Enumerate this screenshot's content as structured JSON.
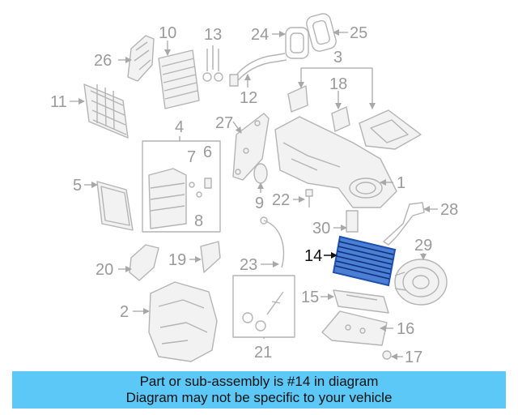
{
  "diagram": {
    "highlight_part": "14",
    "highlight_color": "#1f4fb0",
    "callouts": [
      {
        "id": "c1",
        "label": "1"
      },
      {
        "id": "c2",
        "label": "2"
      },
      {
        "id": "c3",
        "label": "3"
      },
      {
        "id": "c4",
        "label": "4"
      },
      {
        "id": "c5",
        "label": "5"
      },
      {
        "id": "c6",
        "label": "6"
      },
      {
        "id": "c7",
        "label": "7"
      },
      {
        "id": "c8",
        "label": "8"
      },
      {
        "id": "c9",
        "label": "9"
      },
      {
        "id": "c10",
        "label": "10"
      },
      {
        "id": "c11",
        "label": "11"
      },
      {
        "id": "c12",
        "label": "12"
      },
      {
        "id": "c13",
        "label": "13"
      },
      {
        "id": "c14",
        "label": "14"
      },
      {
        "id": "c15",
        "label": "15"
      },
      {
        "id": "c16",
        "label": "16"
      },
      {
        "id": "c17",
        "label": "17"
      },
      {
        "id": "c18",
        "label": "18"
      },
      {
        "id": "c19",
        "label": "19"
      },
      {
        "id": "c20",
        "label": "20"
      },
      {
        "id": "c21",
        "label": "21"
      },
      {
        "id": "c22",
        "label": "22"
      },
      {
        "id": "c23",
        "label": "23"
      },
      {
        "id": "c24",
        "label": "24"
      },
      {
        "id": "c25",
        "label": "25"
      },
      {
        "id": "c26",
        "label": "26"
      },
      {
        "id": "c27",
        "label": "27"
      },
      {
        "id": "c28",
        "label": "28"
      },
      {
        "id": "c29",
        "label": "29"
      },
      {
        "id": "c30",
        "label": "30"
      }
    ]
  },
  "banner": {
    "line1": "Part or sub-assembly is #14 in diagram",
    "line2": "Diagram may not be specific to your vehicle",
    "background": "#5bc8f7"
  }
}
